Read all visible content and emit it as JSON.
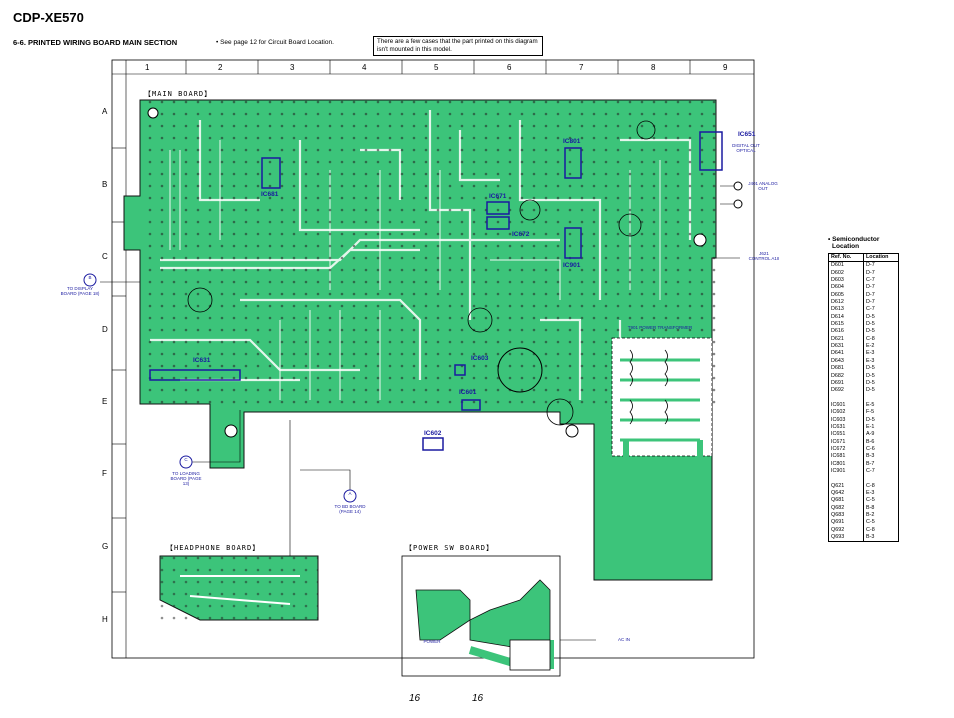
{
  "header": {
    "model": "CDP-XE570",
    "section_title": "6-6. PRINTED WIRING BOARD   MAIN SECTION",
    "see_page": "• See page 12 for Circuit Board Location.",
    "note": "There are a few cases that the part printed on this diagram isn't mounted in this model."
  },
  "grid": {
    "columns": [
      "1",
      "2",
      "3",
      "4",
      "5",
      "6",
      "7",
      "8",
      "9"
    ],
    "rows": [
      "A",
      "B",
      "C",
      "D",
      "E",
      "F",
      "G",
      "H"
    ]
  },
  "boards": {
    "main": "【MAIN BOARD】",
    "headphone": "【HEADPHONE BOARD】",
    "power_sw": "【POWER SW BOARD】"
  },
  "ic_labels": [
    "IC681",
    "IC631",
    "IC603",
    "IC601",
    "IC602",
    "IC671",
    "IC672",
    "IC801",
    "IC901",
    "IC651"
  ],
  "connectors": {
    "b_label": "B",
    "b_text": "TO DISPLAY BOARD (PAGE 18)",
    "c_label": "C",
    "c_text": "TO LOADING BOARD (PAGE 13)",
    "a_label": "A",
    "a_text": "TO BD BOARD (PAGE 14)",
    "analog_out": "J401 ANALOG OUT",
    "control_a1": "J621 CONTROL A1II",
    "digital_out": "DIGITAL OUT OPTICAL",
    "power_transformer": "T901 POWER TRANSFORMER",
    "ac_in": "AC IN",
    "power_sw": "POWER"
  },
  "page_numbers": [
    "16",
    "16"
  ],
  "semiconductor": {
    "title": "• Semiconductor",
    "subtitle": "Location",
    "headers": [
      "Ref. No.",
      "Location"
    ],
    "rows": [
      [
        "D601",
        "D-7"
      ],
      [
        "D602",
        "D-7"
      ],
      [
        "D603",
        "C-7"
      ],
      [
        "D604",
        "D-7"
      ],
      [
        "D605",
        "D-7"
      ],
      [
        "D612",
        "D-7"
      ],
      [
        "D613",
        "C-7"
      ],
      [
        "D614",
        "D-5"
      ],
      [
        "D615",
        "D-5"
      ],
      [
        "D616",
        "D-5"
      ],
      [
        "D621",
        "C-8"
      ],
      [
        "D631",
        "E-2"
      ],
      [
        "D641",
        "E-3"
      ],
      [
        "D643",
        "E-3"
      ],
      [
        "D681",
        "D-5"
      ],
      [
        "D682",
        "D-5"
      ],
      [
        "D691",
        "D-5"
      ],
      [
        "D692",
        "D-5"
      ],
      [
        "",
        ""
      ],
      [
        "IC601",
        "E-5"
      ],
      [
        "IC602",
        "F-5"
      ],
      [
        "IC603",
        "D-5"
      ],
      [
        "IC631",
        "E-1"
      ],
      [
        "IC651",
        "A-9"
      ],
      [
        "IC671",
        "B-6"
      ],
      [
        "IC672",
        "C-6"
      ],
      [
        "IC681",
        "B-3"
      ],
      [
        "IC801",
        "B-7"
      ],
      [
        "IC901",
        "C-7"
      ],
      [
        "",
        ""
      ],
      [
        "Q621",
        "C-8"
      ],
      [
        "Q642",
        "E-3"
      ],
      [
        "Q681",
        "C-5"
      ],
      [
        "Q682",
        "B-8"
      ],
      [
        "Q683",
        "B-2"
      ],
      [
        "Q691",
        "C-5"
      ],
      [
        "Q692",
        "C-8"
      ],
      [
        "Q693",
        "B-3"
      ]
    ]
  },
  "colors": {
    "board_green": "#3cc47a",
    "trace_white": "#ffffff",
    "ic_blue": "#1a1aa0"
  }
}
